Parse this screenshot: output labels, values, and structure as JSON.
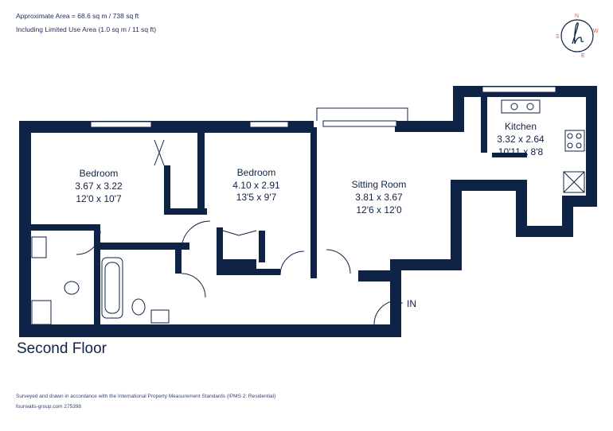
{
  "header": {
    "area_line1": "Approximate Area = 68.6 sq m / 738 sq ft",
    "area_line2": "Including Limited Use Area (1.0 sq m / 11 sq ft)"
  },
  "compass": {
    "n": "N",
    "e": "E",
    "s": "S",
    "w": "W"
  },
  "floor_label": "Second Floor",
  "rooms": [
    {
      "name": "Bedroom",
      "metric": "3.67 x 3.22",
      "imperial": "12'0 x 10'7"
    },
    {
      "name": "Bedroom",
      "metric": "4.10 x 2.91",
      "imperial": "13'5 x 9'7"
    },
    {
      "name": "Sitting Room",
      "metric": "3.81 x 3.67",
      "imperial": "12'6 x 12'0"
    },
    {
      "name": "Kitchen",
      "metric": "3.32 x 2.64",
      "imperial": "10'11 x 8'8"
    }
  ],
  "entrance_label": "IN",
  "footer": {
    "standards": "Surveyed and drawn in accordance with the International Property Measurement Standards (IPMS 2: Residential)",
    "reference": "fourwalls-group.com 275398"
  },
  "colors": {
    "wall": "#0f2346",
    "accent": "#e25a4c"
  }
}
